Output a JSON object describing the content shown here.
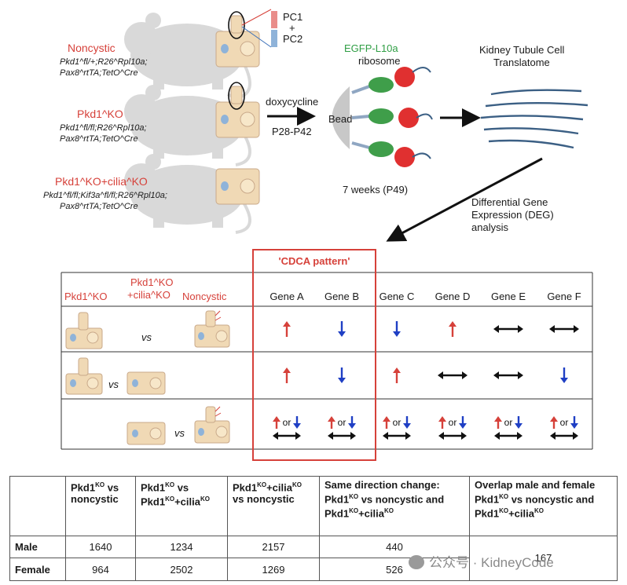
{
  "top": {
    "groups": [
      {
        "name": "Noncystic",
        "genotype_lines": [
          "Pkd1^fl/+;R26^Rpl10a;",
          "Pax8^rtTA;TetO^Cre"
        ]
      },
      {
        "name": "Pkd1^KO",
        "genotype_lines": [
          "Pkd1^fl/fl;R26^Rpl10a;",
          "Pax8^rtTA;TetO^Cre"
        ]
      },
      {
        "name": "Pkd1^KO+cilia^KO",
        "genotype_lines": [
          "Pkd1^fl/fl;Kif3a^fl/fl;R26^Rpl10a;",
          "Pax8^rtTA;TetO^Cre"
        ]
      }
    ],
    "pc_label_1": "PC1",
    "pc_label_plus": "+",
    "pc_label_2": "PC2",
    "treatment": "doxycycline",
    "treatment_window": "P28-P42",
    "ribosome_label_1": "EGFP-L10a",
    "ribosome_label_2": "ribosome",
    "bead_label": "Bead",
    "timepoint": "7 weeks (P49)",
    "translatome_1": "Kidney Tubule Cell",
    "translatome_2": "Translatome",
    "deg_1": "Differential Gene",
    "deg_2": "Expression (DEG)",
    "deg_3": "analysis"
  },
  "pattern": {
    "box_title": "'CDCA pattern'",
    "col_headers": {
      "pkd1ko": "Pkd1^KO",
      "pkd1ko_cilia_1": "Pkd1^KO",
      "pkd1ko_cilia_2": "+cilia^KO",
      "noncystic": "Noncystic"
    },
    "genes": [
      "Gene A",
      "Gene B",
      "Gene C",
      "Gene D",
      "Gene E",
      "Gene F"
    ],
    "vs_label": "vs",
    "or_label": "or",
    "rows": [
      [
        "up",
        "down",
        "down",
        "up",
        "both",
        "both"
      ],
      [
        "up",
        "down",
        "up",
        "both",
        "both",
        "down"
      ],
      [
        "either",
        "either",
        "either",
        "either",
        "either",
        "either"
      ]
    ]
  },
  "stats": {
    "headers": [
      "Pkd1^KO vs noncystic",
      "Pkd1^KO vs Pkd1^KO+cilia^KO",
      "Pkd1^KO+cilia^KO vs noncystic",
      "Same direction change: Pkd1^KO vs noncystic and Pkd1^KO+cilia^KO",
      "Overlap male and female Pkd1^KO vs noncystic and Pkd1^KO+cilia^KO"
    ],
    "rows": [
      {
        "label": "Male",
        "values": [
          "1640",
          "1234",
          "2157",
          "440"
        ]
      },
      {
        "label": "Female",
        "values": [
          "964",
          "2502",
          "1269",
          "526"
        ]
      }
    ],
    "overlap": "167"
  },
  "watermark": "公众号 · KidneyCode"
}
